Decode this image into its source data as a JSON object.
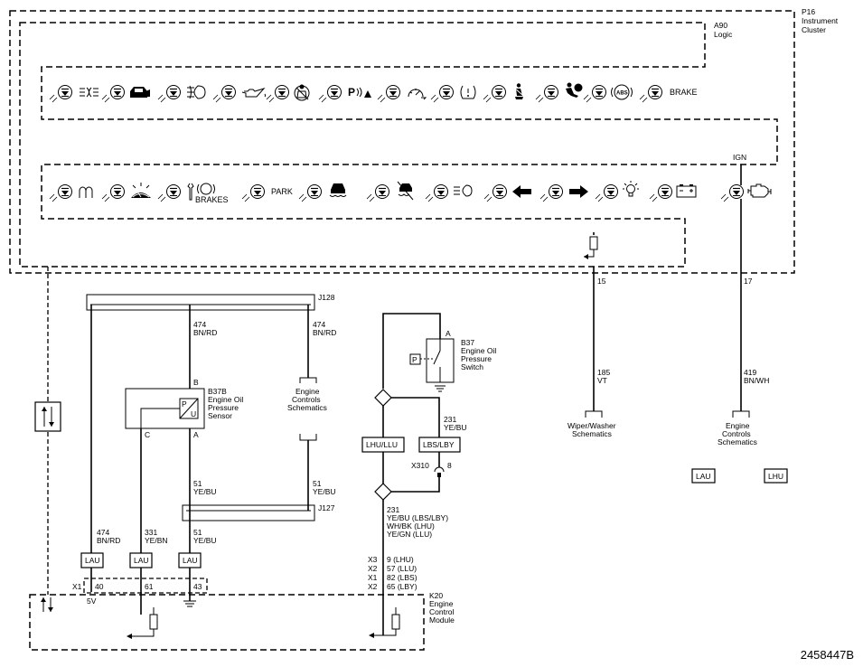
{
  "module_p16": {
    "ref": "P16",
    "line1": "Instrument",
    "line2": "Cluster"
  },
  "module_a90": {
    "ref": "A90",
    "line1": "Logic"
  },
  "ign_label": "IGN",
  "brake_label": "BRAKE",
  "brakes_label": "BRAKES",
  "park_label": "PARK",
  "connector_j128": "J128",
  "connector_j127": "J127",
  "circuit_474": {
    "num": "474",
    "color": "BN/RD"
  },
  "circuit_51": {
    "num": "51",
    "color": "YE/BU"
  },
  "circuit_331": {
    "num": "331",
    "color": "YE/BN"
  },
  "circuit_231": {
    "num": "231",
    "color": "YE/BU"
  },
  "circuit_185": {
    "num": "185",
    "color": "VT"
  },
  "circuit_419": {
    "num": "419",
    "color": "BN/WH"
  },
  "p16_pin_15": "15",
  "p16_pin_17": "17",
  "sensor_b37b": {
    "ref": "B37B",
    "line1": "Engine Oil",
    "line2": "Pressure",
    "line3": "Sensor",
    "pin_b": "B",
    "pin_a": "A",
    "pin_c": "C",
    "symbol_p": "P",
    "symbol_u": "U"
  },
  "switch_b37": {
    "ref": "B37",
    "line1": "Engine Oil",
    "line2": "Pressure",
    "line3": "Switch",
    "pin_a": "A",
    "symbol_p": "P"
  },
  "engine_controls_ref": {
    "line1": "Engine",
    "line2": "Controls",
    "line3": "Schematics"
  },
  "wiper_washer_ref": {
    "line1": "Wiper/Washer",
    "line2": "Schematics"
  },
  "option_lhu_llu": "LHU/LLU",
  "option_lbs_lby": "LBS/LBY",
  "option_lau": "LAU",
  "option_lhu": "LHU",
  "x310": {
    "ref": "X310",
    "pin": "8"
  },
  "splice_231": {
    "num": "231",
    "line1": "YE/BU (LBS/LBY)",
    "line2": "WH/BK (LHU)",
    "line3": "YE/GN (LLU)"
  },
  "k20_pins": [
    {
      "conn": "X3",
      "pin": "9 (LHU)"
    },
    {
      "conn": "X2",
      "pin": "57 (LLU)"
    },
    {
      "conn": "X1",
      "pin": "82 (LBS)"
    },
    {
      "conn": "X2",
      "pin": "65 (LBY)"
    }
  ],
  "k20_x1": {
    "conn": "X1",
    "pin_40": "40",
    "pin_61": "61",
    "pin_43": "43",
    "supply": "5V"
  },
  "module_k20": {
    "ref": "K20",
    "line1": "Engine",
    "line2": "Control",
    "line3": "Module"
  },
  "diagram_id": "2458447B",
  "indicator_icons": [
    "parking-lamp-icon",
    "door-ajar-icon",
    "front-fog-icon",
    "oil-can-icon",
    "seatbelt-off-icon",
    "park-assist-icon",
    "cruise-control-icon",
    "tire-pressure-icon",
    "seatbelt-icon",
    "airbag-icon",
    "abs-icon",
    "glow-plug-icon",
    "washer-fluid-icon",
    "service-brake-icon",
    "traction-control-icon",
    "traction-off-icon",
    "headlamp-icon",
    "turn-left-icon",
    "turn-right-icon",
    "lamp-out-icon",
    "battery-icon",
    "check-engine-icon"
  ]
}
